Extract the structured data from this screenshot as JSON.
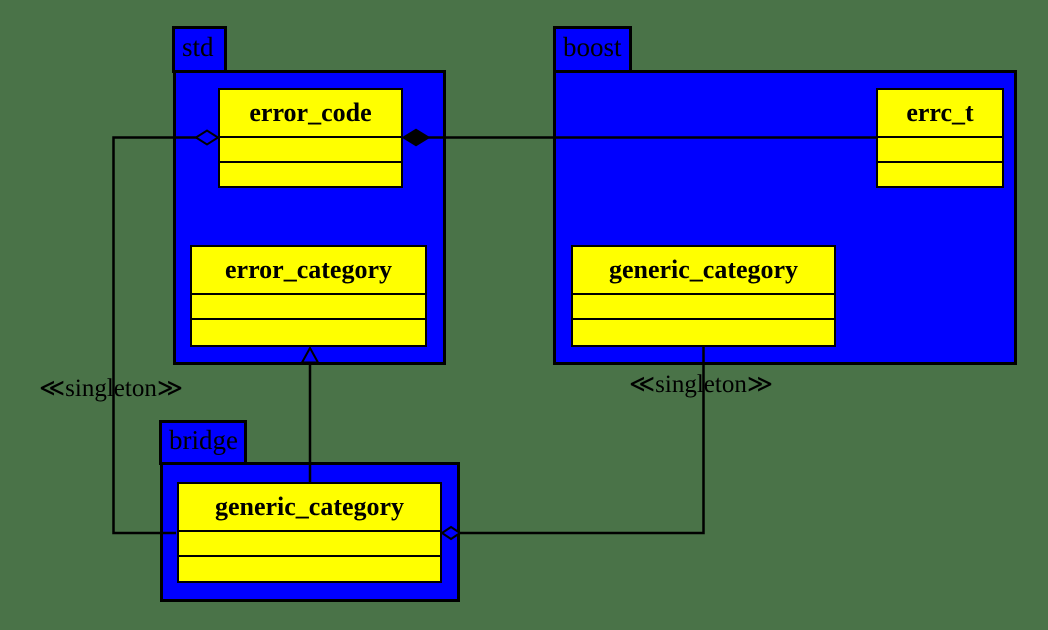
{
  "colors": {
    "background": "#4a7348",
    "package_fill": "#0000ff",
    "class_fill": "#ffff00",
    "line": "#000000"
  },
  "packages": {
    "std": {
      "label": "std",
      "classes": [
        {
          "title": "error_code"
        },
        {
          "title": "error_category"
        }
      ]
    },
    "boost": {
      "label": "boost",
      "classes": [
        {
          "title": "errc_t"
        },
        {
          "title": "generic_category"
        }
      ]
    },
    "bridge": {
      "label": "bridge",
      "classes": [
        {
          "title": "generic_category"
        }
      ]
    }
  },
  "stereotype_labels": {
    "left": "≪singleton≫",
    "right": "≪singleton≫"
  },
  "relationships": [
    {
      "type": "composition",
      "diamond_at": "std::error_code",
      "to": "boost::errc_t"
    },
    {
      "type": "aggregation",
      "diamond_at": "std::error_code",
      "to": "bridge::generic_category",
      "stereotype": "≪singleton≫"
    },
    {
      "type": "aggregation",
      "diamond_at": "bridge::generic_category",
      "to": "boost::generic_category",
      "stereotype": "≪singleton≫"
    },
    {
      "type": "inheritance",
      "child": "bridge::generic_category",
      "parent": "std::error_category"
    }
  ]
}
